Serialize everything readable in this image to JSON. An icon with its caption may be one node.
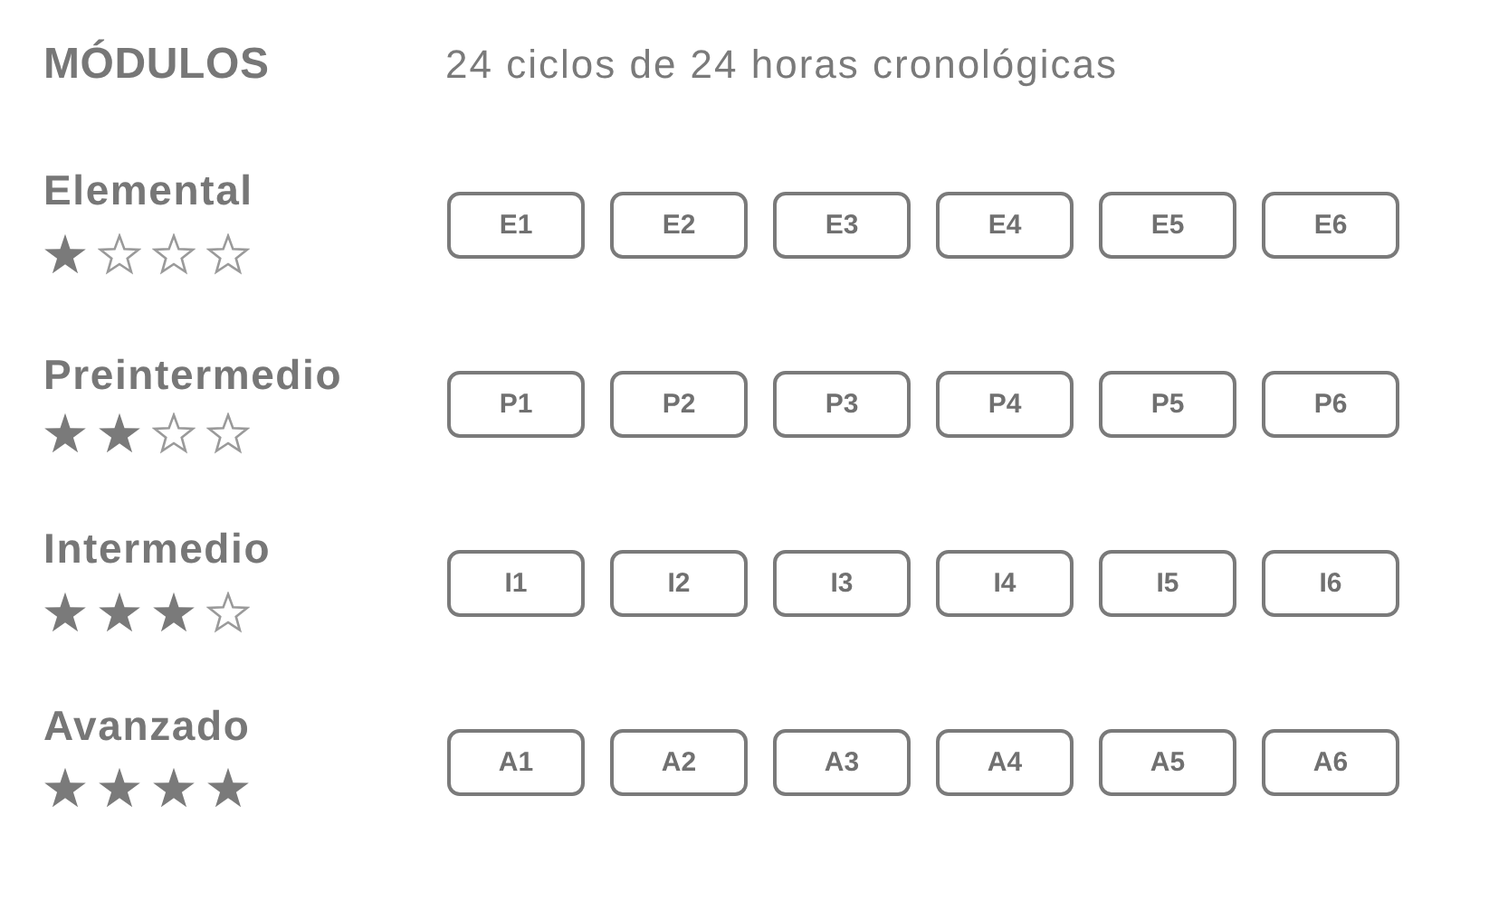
{
  "diagram": {
    "title": "MÓDULOS",
    "nodes": [
      {
        "text": [
          "E1"
        ]
      },
      {
        "text": [
          "E2"
        ]
      },
      {
        "text": [
          "E3"
        ]
      },
      {
        "text": [
          "E4"
        ]
      },
      {
        "text": [
          "E5"
        ]
      },
      {
        "text": [
          "E6"
        ]
      },
      {
        "text": [
          "P1"
        ]
      },
      {
        "text": [
          "P2"
        ]
      },
      {
        "text": [
          "P3"
        ]
      },
      {
        "text": [
          "P4"
        ]
      },
      {
        "text": [
          "P5"
        ]
      },
      {
        "text": [
          "P6"
        ]
      },
      {
        "text": [
          "I1"
        ]
      },
      {
        "text": [
          "I2"
        ]
      },
      {
        "text": [
          "I3"
        ]
      },
      {
        "text": [
          "I4"
        ]
      },
      {
        "text": [
          "I5"
        ]
      },
      {
        "text": [
          "I6"
        ]
      },
      {
        "text": [
          "A1"
        ]
      },
      {
        "text": [
          "A2"
        ]
      },
      {
        "text": [
          "A3"
        ]
      },
      {
        "text": [
          "A4"
        ]
      },
      {
        "text": [
          "A5"
        ]
      },
      {
        "text": [
          "A6"
        ]
      }
    ],
    "edges": [],
    "labels": [
      "24 ciclos de 24 horas cronológicas",
      "Elemental",
      "Preintermedio",
      "Intermedio",
      "Avanzado"
    ]
  }
}
